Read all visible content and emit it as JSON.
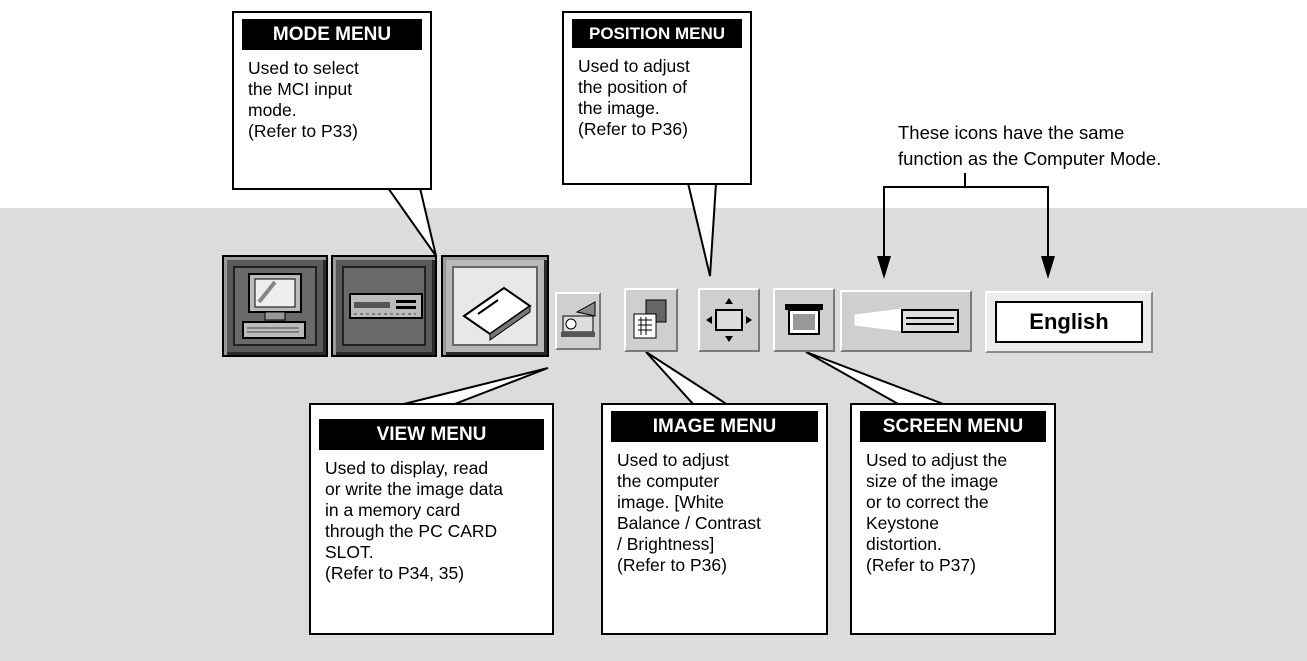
{
  "mode_menu": {
    "title": "MODE MENU",
    "body": "Used to select\nthe MCI input\nmode.\n(Refer to P33)"
  },
  "position_menu": {
    "title": "POSITION MENU",
    "body": "Used to adjust\nthe position of\nthe image.\n(Refer to P36)"
  },
  "note": {
    "line1": "These icons have the same",
    "line2": "function as the Computer Mode."
  },
  "view_menu": {
    "title": "VIEW MENU",
    "body": "Used to display, read\nor write the image data\nin a memory card\nthrough the PC CARD\nSLOT.\n(Refer to P34, 35)"
  },
  "image_menu": {
    "title": "IMAGE MENU",
    "body": "Used to adjust\nthe computer\nimage. [White\nBalance / Contrast\n/ Brightness]\n(Refer to P36)"
  },
  "screen_menu": {
    "title": "SCREEN MENU",
    "body": "Used to adjust the\nsize of the image\nor to correct the\nKeystone\ndistortion.\n(Refer to P37)"
  },
  "menu_bar": {
    "icons": [
      "computer-icon",
      "video-icon",
      "pc-card-icon",
      "projector-icon",
      "image-adjust-icon",
      "position-icon",
      "screen-icon",
      "lamp-icon"
    ],
    "language": "English"
  }
}
